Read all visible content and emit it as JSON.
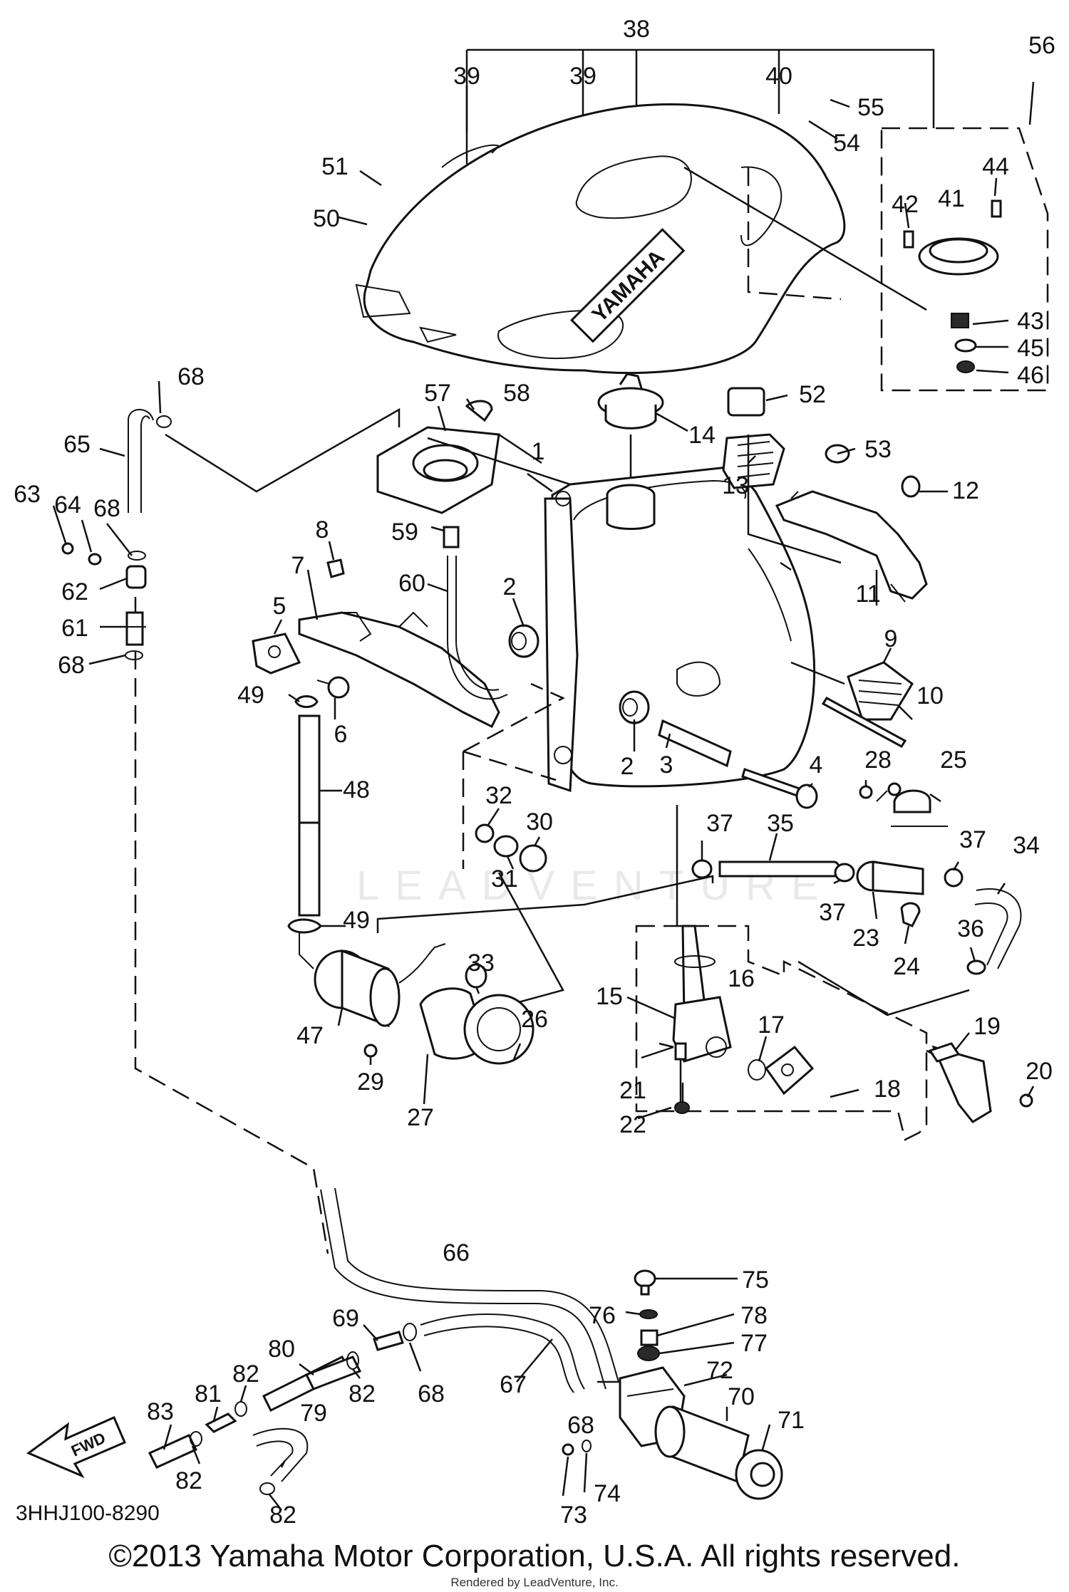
{
  "diagram": {
    "part_numbers": [
      "1",
      "2",
      "3",
      "4",
      "5",
      "6",
      "7",
      "8",
      "9",
      "10",
      "11",
      "12",
      "13",
      "14",
      "15",
      "16",
      "17",
      "18",
      "19",
      "20",
      "21",
      "22",
      "23",
      "24",
      "25",
      "26",
      "27",
      "28",
      "29",
      "30",
      "31",
      "32",
      "33",
      "34",
      "35",
      "36",
      "37",
      "38",
      "39",
      "40",
      "41",
      "42",
      "43",
      "44",
      "45",
      "46",
      "47",
      "48",
      "49",
      "50",
      "51",
      "52",
      "53",
      "54",
      "55",
      "56",
      "57",
      "58",
      "59",
      "60",
      "61",
      "62",
      "63",
      "64",
      "65",
      "66",
      "67",
      "68",
      "69",
      "70",
      "71",
      "72",
      "73",
      "74",
      "75",
      "76",
      "77",
      "78",
      "79",
      "80",
      "81",
      "82",
      "83"
    ],
    "tank_emblem": "YAMAHA",
    "direction_label": "FWD",
    "diagram_code": "3HHJ100-8290",
    "watermark": "LEADVENTURE"
  },
  "footer": {
    "copyright": "©2013 Yamaha Motor Corporation, U.S.A. All rights reserved.",
    "rendered_by": "Rendered by LeadVenture, Inc."
  }
}
